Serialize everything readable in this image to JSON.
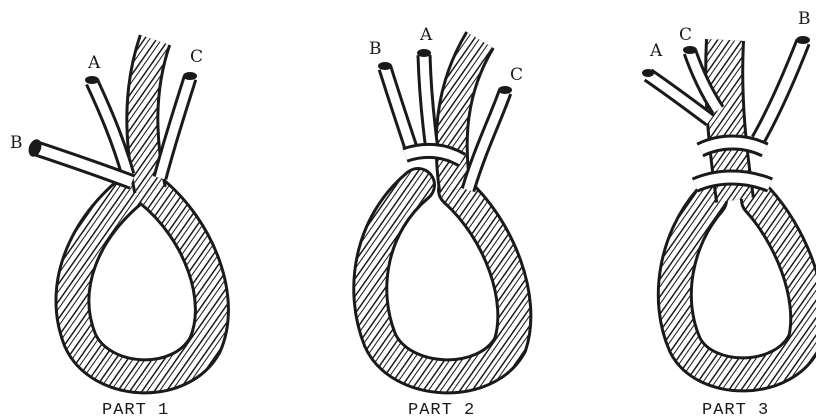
{
  "panels": [
    {
      "caption": "PART 1",
      "strand_labels": [
        "A",
        "B",
        "C"
      ]
    },
    {
      "caption": "PART 2",
      "strand_labels": [
        "A",
        "B",
        "C"
      ]
    },
    {
      "caption": "PART 3",
      "strand_labels": [
        "A",
        "B",
        "C"
      ]
    }
  ],
  "colors": {
    "ink": "#1a1a1a",
    "rope": "#ffffff",
    "paper": "#ffffff"
  }
}
